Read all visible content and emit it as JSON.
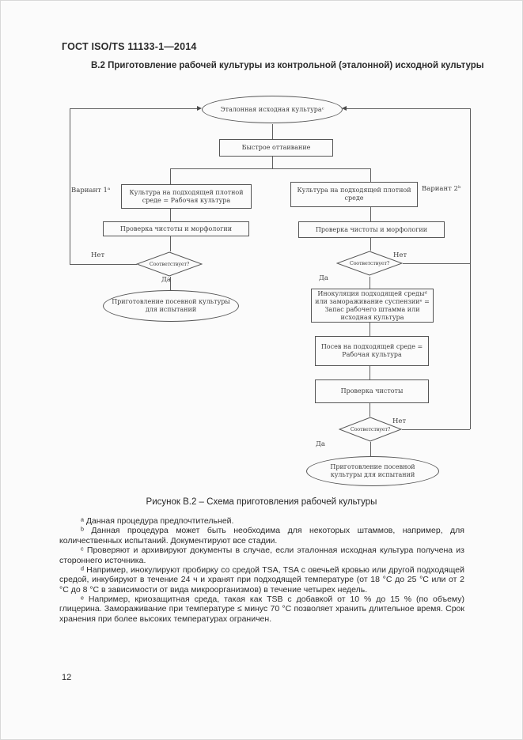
{
  "page": {
    "standard_number": "ГОСТ ISO/TS 11133-1—2014",
    "section_title": "В.2 Приготовление рабочей культуры из контрольной (эталонной) исходной культуры",
    "page_number": "12"
  },
  "figure": {
    "caption": "Рисунок В.2 – Схема приготовления рабочей культуры",
    "variant1_label": "Вариант 1ᵃ",
    "variant2_label": "Вариант 2ᵇ",
    "edge_labels": {
      "yes": "Да",
      "no": "Нет"
    },
    "nodes": {
      "start": "Эталонная исходная культураᶜ",
      "thaw": "Быстрое оттаивание",
      "left_culture": "Культура на подходящей плотной среде = Рабочая культура",
      "left_check": "Проверка чистоты и морфологии",
      "left_decision": "Соответствует?",
      "left_end": "Приготовление посевной культуры для испытаний",
      "right_culture": "Культура на подходящей плотной среде",
      "right_check": "Проверка чистоты и морфологии",
      "right_decision1": "Соответствует?",
      "inoculation": "Инокуляция подходящей средыᵈ или замораживание суспензииᵉ = Запас рабочего штамма или исходная культура",
      "sowing": "Посев на подходящей среде = Рабочая культура",
      "purity_check": "Проверка чистоты",
      "right_decision2": "Соответствует?",
      "right_end": "Приготовление посевной культуры для испытаний"
    }
  },
  "footnotes": [
    "ᵃ Данная процедура предпочтительней.",
    "ᵇ Данная процедура может быть необходима для некоторых штаммов, например, для количественных испытаний. Документируют все стадии.",
    "ᶜ Проверяют и архивируют документы в случае, если эталонная исходная культура получена из стороннего источника.",
    "ᵈ Например, инокулируют пробирку со средой TSA, TSA с овечьей кровью или другой подходящей средой, инкубируют в течение 24 ч и хранят при подходящей температуре (от 18 °С до 25 °С или от 2 °С до 8 °С в зависимости от вида микроорганизмов) в течение четырех недель.",
    "ᵉ Например, криозащитная среда, такая как TSB с добавкой от 10 % до 15 % (по объему) глицерина. Замораживание при температуре ≤ минус 70 °С позволяет хранить длительное время. Срок хранения при более высоких температурах ограничен."
  ]
}
